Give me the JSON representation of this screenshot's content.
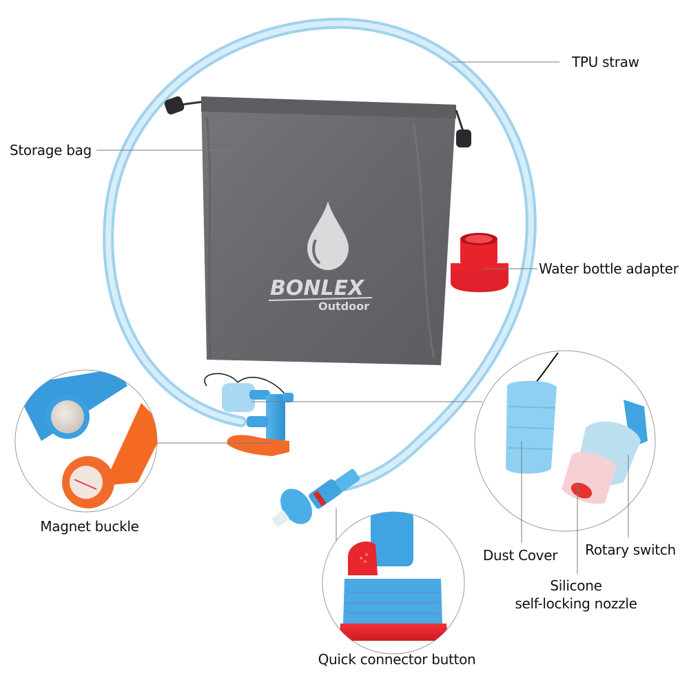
{
  "product": {
    "brand": "BONLEX",
    "brand_sub": "Outdoor"
  },
  "labels": {
    "tpu_straw": "TPU straw",
    "storage_bag": "Storage bag",
    "water_bottle_adapter": "Water bottle adapter",
    "magnet_buckle": "Magnet buckle",
    "dust_cover": "Dust Cover",
    "rotary_switch": "Rotary switch",
    "silicone_line1": "Silicone",
    "silicone_line2": "self-locking nozzle",
    "quick_connector_button": "Quick connector button"
  },
  "colors": {
    "tube": "#bfe3f5",
    "tube_edge": "#8fcbe9",
    "bag": "#6a6c70",
    "bag_dark": "#54565a",
    "logo": "#d8dadc",
    "blue_part": "#3fa4e0",
    "orange_clip": "#f26b2a",
    "red_adapter": "#e8202a",
    "leader_line": "#7a7a7a"
  }
}
